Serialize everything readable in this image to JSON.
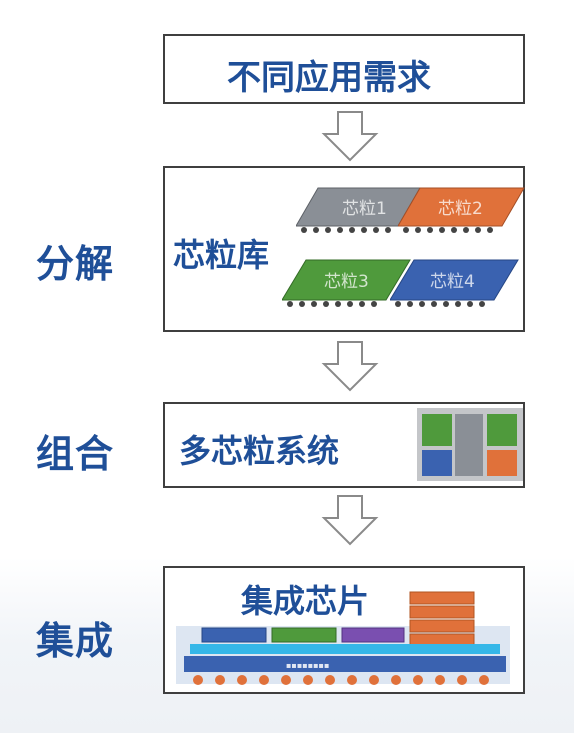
{
  "steps": {
    "demand": "不同应用需求",
    "library": "芯粒库",
    "system": "多芯粒系统",
    "chip": "集成芯片"
  },
  "side_labels": {
    "decompose": "分解",
    "combine": "组合",
    "integrate": "集成"
  },
  "chiplets": [
    {
      "label": "芯粒1",
      "color": "#8a8f96"
    },
    {
      "label": "芯粒2",
      "color": "#e0713a"
    },
    {
      "label": "芯粒3",
      "color": "#4f9a3c"
    },
    {
      "label": "芯粒4",
      "color": "#3a62b0"
    }
  ],
  "colors": {
    "label_blue": "#1f4f98",
    "box_border": "#3f3f3f",
    "arrow_fill": "#ffffff",
    "arrow_stroke": "#8a8a8a"
  },
  "icons": [
    "down-arrow-icon",
    "chiplet-icon",
    "mini-system-layout-icon",
    "package-cross-section-icon"
  ]
}
